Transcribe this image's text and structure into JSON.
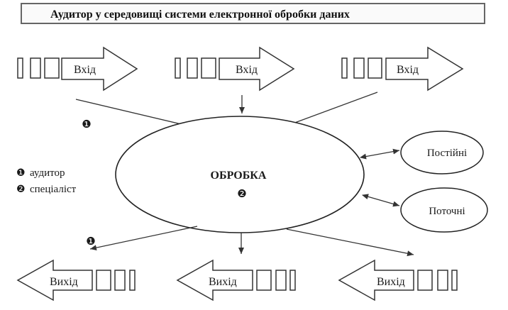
{
  "title": "Аудитор у середовищі системи електронної обробки даних",
  "input_label": "Вхід",
  "output_label": "Вихід",
  "center_label": "ОБРОБКА",
  "center_marker": "❷",
  "legend": {
    "auditor": {
      "marker": "❶",
      "label": "аудитор"
    },
    "specialist": {
      "marker": "❷",
      "label": "спеціаліст"
    }
  },
  "files": {
    "permanent": "Постійні",
    "current": "Поточні"
  },
  "arrow_markers": {
    "inputs": "❶",
    "outputs": "❶"
  },
  "colors": {
    "ink": "#1a1a1a",
    "stroke": "#333333",
    "fill": "#ffffff"
  }
}
